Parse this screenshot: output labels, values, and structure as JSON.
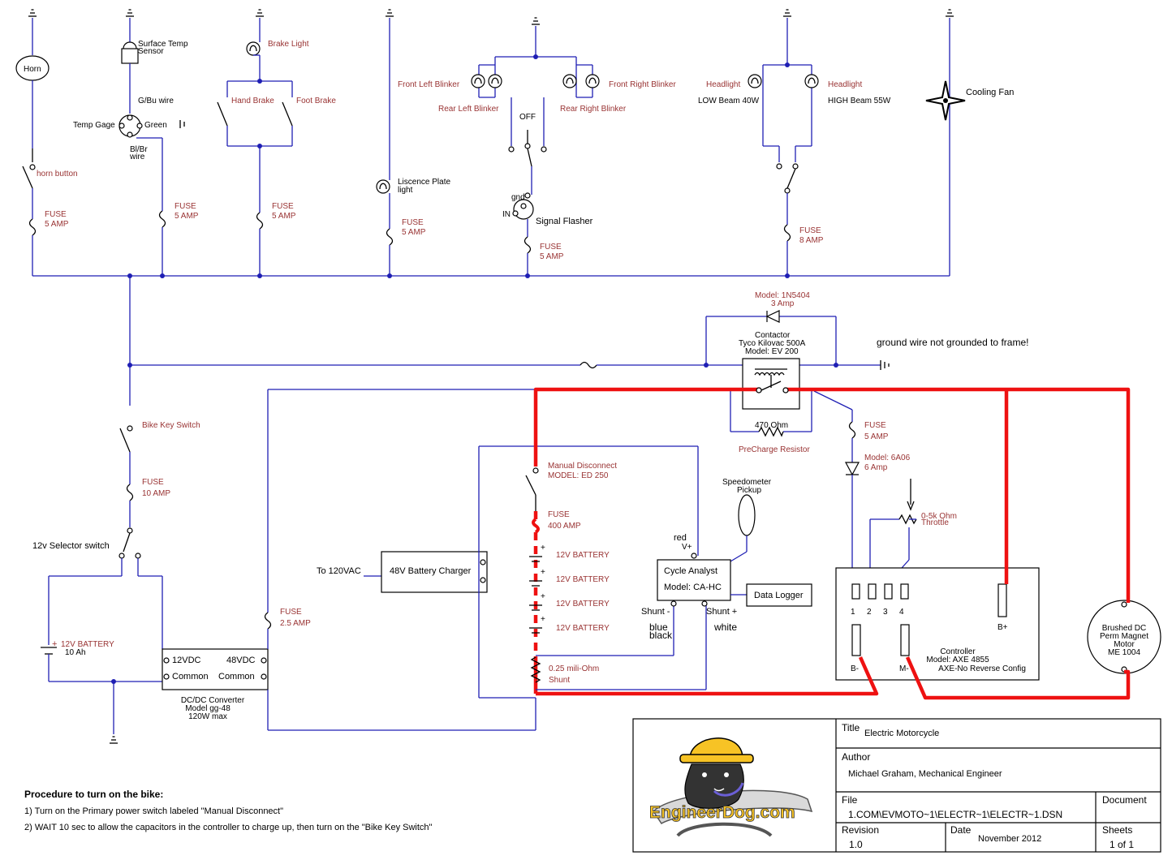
{
  "labels": {
    "horn": "Horn",
    "horn_button": "horn button",
    "fuse": "FUSE",
    "amp5": "5 AMP",
    "surface_temp_1": "Surface Temp",
    "surface_temp_2": "Sensor",
    "gbu_wire": "G/Bu wire",
    "temp_gage": "Temp Gage",
    "green": "Green",
    "blbr": "Bl/Br",
    "wire": "wire",
    "brake_light": "Brake Light",
    "hand_brake": "Hand Brake",
    "foot_brake": "Foot Brake",
    "licence_1": "Liscence Plate",
    "licence_2": "light",
    "front_left_blinker": "Front Left Blinker",
    "rear_left_blinker": "Rear Left Blinker",
    "front_right_blinker": "Front Right Blinker",
    "rear_right_blinker": "Rear Right Blinker",
    "off": "OFF",
    "gnd": "gnd",
    "in": "IN",
    "signal_flasher": "Signal Flasher",
    "headlight": "Headlight",
    "low_beam": "LOW Beam 40W",
    "high_beam": "HIGH Beam 55W",
    "amp8": "8 AMP",
    "cooling_fan": "Cooling Fan",
    "diode_model": "Model: 1N5404",
    "diode_amp": "3 Amp",
    "contactor": "Contactor",
    "contactor_make": "Tyco Kilovac 500A",
    "contactor_model": "Model: EV 200",
    "amp3": "3 AMP",
    "ground_note": "ground wire not grounded to frame!",
    "resistor_470": "470 Ohm",
    "precharge": "PreCharge Resistor",
    "diode2_model": "Model: 6A06",
    "diode2_amp": "6 Amp",
    "throttle_ohm": "0-5k Ohm",
    "throttle": "Throttle",
    "bike_key": "Bike Key Switch",
    "amp10": "10 AMP",
    "selector": "12v Selector switch",
    "battery12": "12V BATTERY",
    "ah10": "10 Ah",
    "v12dc": "12VDC",
    "v48dc": "48VDC",
    "common": "Common",
    "dcdc_1": "DC/DC Converter",
    "dcdc_2": "Model gg-48",
    "dcdc_3": "120W max",
    "amp25": "2.5 AMP",
    "to120": "To 120VAC",
    "charger": "48V Battery Charger",
    "manual_disc": "Manual Disconnect",
    "manual_model": "MODEL: ED 250",
    "amp400": "400 AMP",
    "batt": "12V BATTERY",
    "shunt_value": "0.25 mili-Ohm",
    "shunt": "Shunt",
    "speedo_1": "Speedometer",
    "speedo_2": "Pickup",
    "red": "red",
    "vplus": "V+",
    "cycle_analyst": "Cycle Analyst",
    "ca_model": "Model:  CA-HC",
    "data_logger": "Data Logger",
    "shunt_minus": "Shunt -",
    "shunt_plus": "Shunt +",
    "blue": "blue",
    "black": "black",
    "white": "white",
    "pin1": "1",
    "pin2": "2",
    "pin3": "3",
    "pin4": "4",
    "bplus": "B+",
    "bminus": "B-",
    "mminus": "M-",
    "controller": "Controller",
    "controller_model": "Model: AXE 4855",
    "controller_config": "AXE-No Reverse Config",
    "motor_1": "Brushed DC",
    "motor_2": "Perm Magnet",
    "motor_3": "Motor",
    "motor_4": "ME 1004"
  },
  "procedure": {
    "heading": "Procedure to turn on the bike:",
    "step1": "1) Turn on the Primary power switch labeled \"Manual Disconnect\"",
    "step2": "2) WAIT 10 sec to allow the capacitors in the controller to charge up, then turn on the \"Bike Key Switch\""
  },
  "title_block": {
    "title_label": "Title",
    "title_value": "Electric Motorcycle",
    "author_label": "Author",
    "author_value": "Michael Graham, Mechanical Engineer",
    "file_label": "File",
    "file_value": "1.COM\\EVMOTO~1\\ELECTR~1\\ELECTR~1.DSN",
    "document_label": "Document",
    "revision_label": "Revision",
    "revision_value": "1.0",
    "date_label": "Date",
    "date_value": "November 2012",
    "sheets_label": "Sheets",
    "sheets_value": "1 of 1",
    "logo_text": "EngineerDog.com"
  },
  "colors": {
    "wire": "#1f1fb4",
    "power_wire": "#ee1111",
    "label": "#993333",
    "logo_yellow": "#f7c325"
  }
}
